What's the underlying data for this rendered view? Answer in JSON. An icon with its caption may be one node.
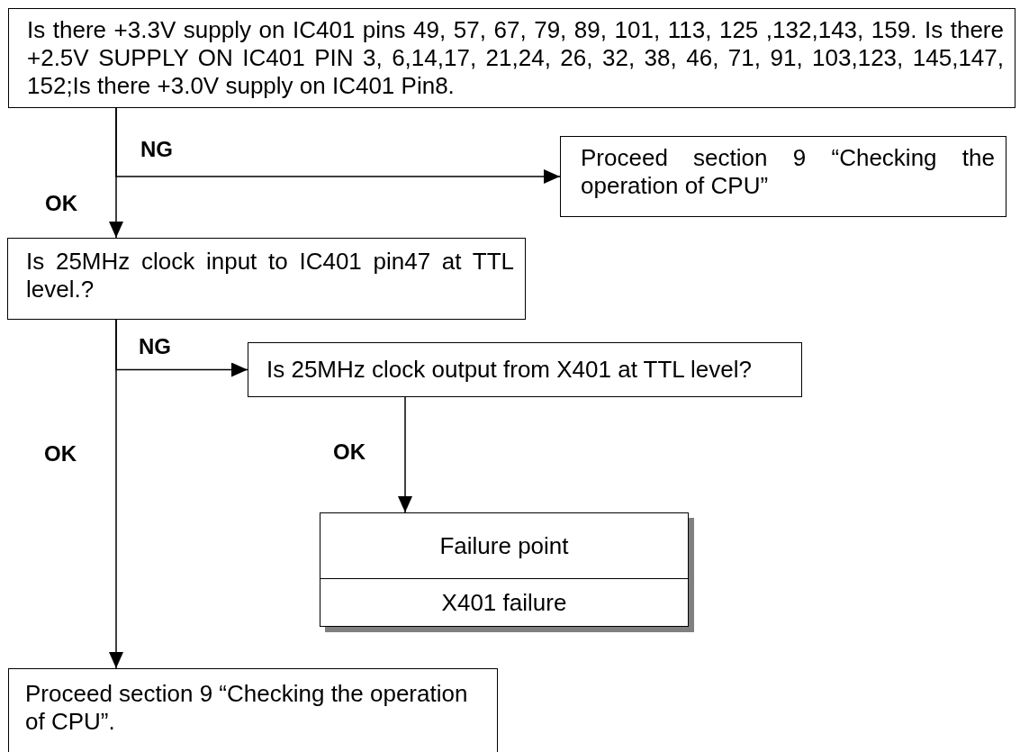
{
  "diagram": {
    "nodes": [
      {
        "text": [
          "Is there +3.3V supply on IC401 pins 49, 57, 67, 79, 89, 101, 113, 125 ,132,143, 159. Is there +2.5V SUPPLY ON IC401 PIN 3, 6,14,17, 21,24, 26, 32, 38, 46, 71, 91, 103,123, 145,147, 152;Is there +3.0V supply on IC401 Pin8."
        ]
      },
      {
        "text": [
          "Proceed section 9 “Checking the operation of CPU”"
        ]
      },
      {
        "text": [
          "Is 25MHz clock input to IC401 pin47 at TTL level.?"
        ]
      },
      {
        "text": [
          "Is 25MHz clock output from X401 at TTL level?"
        ]
      },
      {
        "text": [
          "Failure point",
          "X401 failure"
        ]
      },
      {
        "text": [
          "Proceed section 9 “Checking the operation of CPU”."
        ]
      }
    ],
    "edges": [
      {
        "from": 0,
        "to": 1,
        "arrow": "to",
        "label": "NG"
      },
      {
        "from": 0,
        "to": 2,
        "arrow": "to",
        "label": "OK"
      },
      {
        "from": 2,
        "to": 3,
        "arrow": "to",
        "label": "NG"
      },
      {
        "from": 2,
        "to": 5,
        "arrow": "to",
        "label": "OK"
      },
      {
        "from": 3,
        "to": 4,
        "arrow": "to",
        "label": "OK"
      }
    ]
  }
}
